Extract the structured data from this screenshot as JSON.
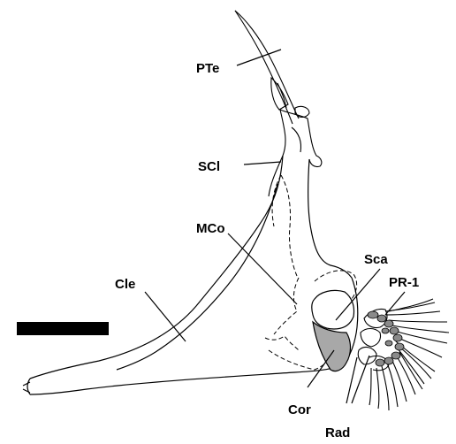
{
  "labels": {
    "pte": "PTe",
    "scl": "SCl",
    "mco": "MCo",
    "cle": "Cle",
    "sca": "Sca",
    "pr1": "PR-1",
    "cor": "Cor",
    "rad": "Rad"
  },
  "colors": {
    "outline": "#000000",
    "shaded_element": "#a8a8a8",
    "ossified_nodes": "#8a8a8a",
    "scale_bar": "#000000"
  }
}
